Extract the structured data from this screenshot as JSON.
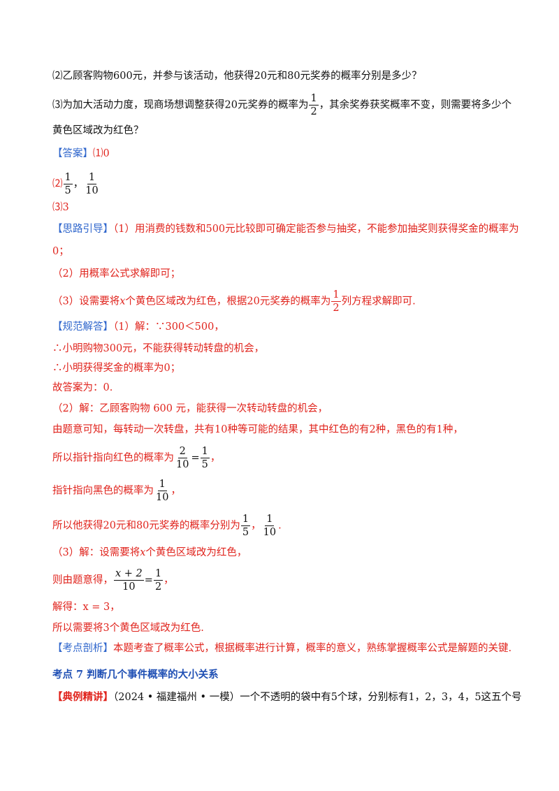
{
  "q2": "⑵乙顾客购物600元，并参与该活动，他获得20元和80元奖券的概率分别是多少？",
  "q3": {
    "pre": "⑶为加大活动力度，现商场想调整获得20元奖券的概率为",
    "frac_num": "1",
    "frac_den": "2",
    "post": "，其余奖券获奖概率不变，则需要将多少个",
    "line2": "黄色区域改为红色？"
  },
  "answer": {
    "label": "【答案】",
    "a1": "⑴0",
    "a2_prefix": "⑵",
    "a2_f1_num": "1",
    "a2_f1_den": "5",
    "a2_sep": "，",
    "a2_f2_num": "1",
    "a2_f2_den": "10",
    "a3": "⑶3"
  },
  "thinking": {
    "label": "【思路引导】",
    "l1": "（1）用消费的钱数和500元比较即可确定能否参与抽奖，不能参加抽奖则获得奖金的概率为",
    "l1b": "0；",
    "l2": "（2）用概率公式求解即可；",
    "l3_pre": "（3）设需要将",
    "l3_var": "x",
    "l3_mid": "个黄色区域改为红色，根据20元奖券的概率为",
    "l3_num": "1",
    "l3_den": "2",
    "l3_post": "列方程求解即可."
  },
  "solution": {
    "label": "【规范解答】",
    "s1": "（1）解：∵300＜500，",
    "s2": "∴小明购物300元，不能获得转动转盘的机会，",
    "s3": "∴小明获得奖金的概率为0；",
    "s4": "故答案为：0.",
    "s5": "（2）解：乙顾客购物 600 元，能获得一次转动转盘的机会，",
    "s6": "由题意可知，每转动一次转盘，共有10种等可能的结果，其中红色的有2种，黑色的有1种，",
    "s7_pre": "所以指针指向红色的概率为",
    "s7_n1": "2",
    "s7_d1": "10",
    "s7_eq": "=",
    "s7_n2": "1",
    "s7_d2": "5",
    "s7_post": "，",
    "s8_pre": "指针指向黑色的概率为",
    "s8_n": "1",
    "s8_d": "10",
    "s8_post": "，",
    "s9_pre": "所以他获得20元和80元奖券的概率分别为",
    "s9_n1": "1",
    "s9_d1": "5",
    "s9_sep": "，",
    "s9_n2": "1",
    "s9_d2": "10",
    "s9_post": ".",
    "s10_pre": "（3）解：设需要将",
    "s10_var": "x",
    "s10_post": "个黄色区域改为红色，",
    "s11_pre": "则由题意得，",
    "s11_n1": "x + 2",
    "s11_d1": "10",
    "s11_eq": "=",
    "s11_n2": "1",
    "s11_d2": "2",
    "s11_post": "，",
    "s12": "解得：x = 3，",
    "s13": "所以需要将3个黄色区域改为红色."
  },
  "analysis": {
    "label": "【考点剖析】",
    "text": "本题考查了概率公式，根据概率进行计算，概率的意义，熟练掌握概率公式是解题的关键."
  },
  "section": {
    "title": "考点 7  判断几个事件概率的大小关系"
  },
  "example": {
    "label": "【典例精讲】",
    "text": "（2024 • 福建福州 • 一模）一个不透明的袋中有5个球，分别标有1，2，3，4，5这五个号"
  }
}
